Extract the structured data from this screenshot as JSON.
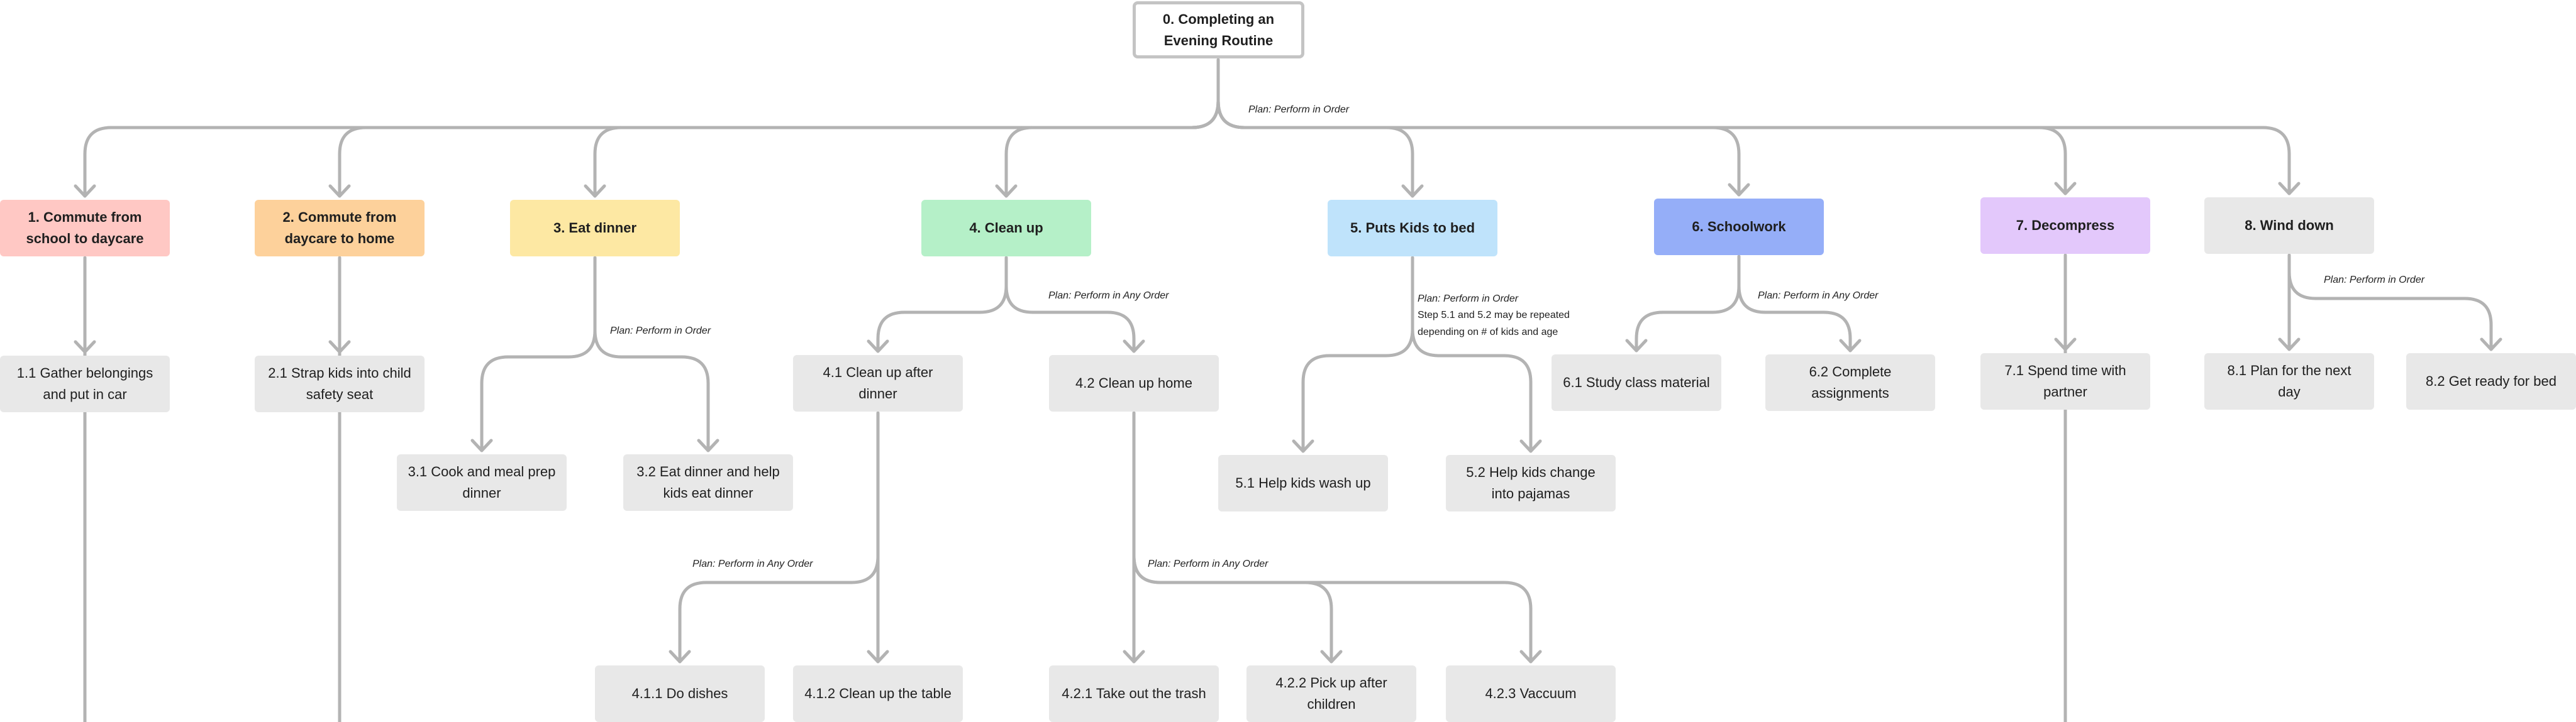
{
  "colors": {
    "edge": "#b3b3b3",
    "leaf_fill": "#e8e8e8",
    "root_border": "#c4c4c4",
    "task1": "#ffc8c4",
    "task2": "#fdd19b",
    "task3": "#fde8a3",
    "task4": "#b5f0c8",
    "task5": "#bfe3fb",
    "task6": "#95aef8",
    "task7": "#e3c8fb",
    "task8": "#e8e8e8"
  },
  "diagram": {
    "root": "0. Completing an\nEvening Routine",
    "tasks": {
      "t1": "1. Commute from\nschool to daycare",
      "t2": "2. Commute from\ndaycare to home",
      "t3": "3. Eat dinner",
      "t4": "4. Clean up",
      "t5": "5. Puts Kids to bed",
      "t6": "6. Schoolwork",
      "t7": "7. Decompress",
      "t8": "8. Wind down"
    },
    "subtasks": {
      "s1_1": "1.1 Gather belongings\nand put in car",
      "s2_1": "2.1 Strap kids into child\nsafety seat",
      "s3_1": "3.1 Cook and meal prep\ndinner",
      "s3_2": "3.2 Eat dinner and help\nkids eat dinner",
      "s4_1": "4.1 Clean up after\ndinner",
      "s4_2": "4.2 Clean up home",
      "s4_1_1": "4.1.1 Do dishes",
      "s4_1_2": "4.1.2 Clean up the table",
      "s4_2_1": "4.2.1 Take out the trash",
      "s4_2_2": "4.2.2 Pick up after\nchildren",
      "s4_2_3": "4.2.3 Vaccuum",
      "s5_1": "5.1 Help kids wash up",
      "s5_2": "5.2 Help kids change\ninto pajamas",
      "s6_1": "6.1 Study class material",
      "s6_2": "6.2 Complete\nassignments",
      "s7_1": "7.1 Spend time with\npartner",
      "s8_1": "8.1 Plan for the next\nday",
      "s8_2": "8.2 Get ready for bed"
    },
    "plans": {
      "p0": "Plan: Perform in Order",
      "p3": "Plan: Perform in Order",
      "p4": "Plan: Perform in Any Order",
      "p4_1": "Plan: Perform in Any Order",
      "p4_2": "Plan: Perform in Any Order",
      "p5": "Plan: Perform in Order",
      "p6": "Plan: Perform in Any Order",
      "p8": "Plan: Perform in Order"
    },
    "notes": {
      "n5": "Step 5.1 and 5.2 may be repeated\ndepending on # of kids and age"
    }
  }
}
